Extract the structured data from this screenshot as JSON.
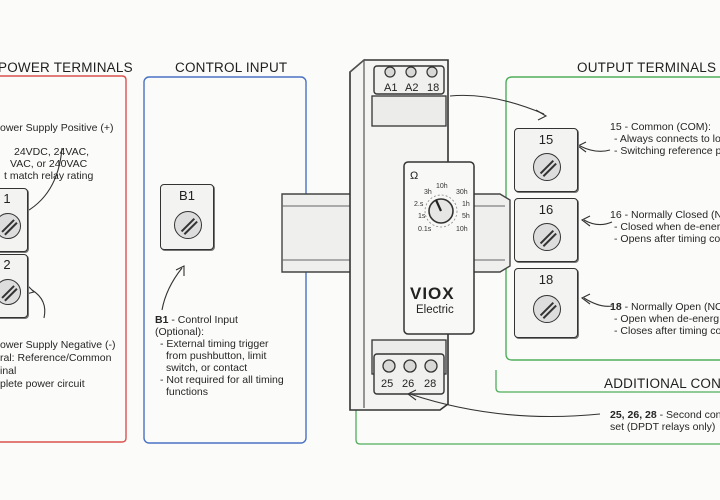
{
  "power_panel": {
    "title": "POWER TERMINALS",
    "a1_desc": "ower Supply Positive (+)",
    "voltages_1": "24VDC, 24VAC,",
    "voltages_2": "VAC, or 240VAC",
    "voltages_3": "t match relay rating",
    "term_top": "1",
    "term_bottom": "2",
    "a2_desc_1": "ower Supply Negative (-)",
    "a2_desc_2": "ral: Reference/Common",
    "a2_desc_3": "inal",
    "a2_desc_4": "plete power circuit"
  },
  "control_panel": {
    "title": "CONTROL INPUT",
    "terminal": "B1",
    "heading_bold": "B1",
    "heading_rest": " - Control Input",
    "line_2": "(Optional):",
    "bullet_1a": "- External timing trigger",
    "bullet_1b": "from pushbutton, limit",
    "bullet_1c": "switch, or contact",
    "bullet_2a": "- Not required for all timing",
    "bullet_2b": "functions"
  },
  "relay": {
    "top_terminals": [
      "A1",
      "A2",
      "18"
    ],
    "bottom_terminals": [
      "25",
      "26",
      "28"
    ],
    "dial_marks": [
      "10h",
      "3h",
      "30h",
      "2.s",
      "1h",
      "1s",
      "5h",
      "0.1s",
      "10h"
    ],
    "brand": "VIOX",
    "brand_sub": "Electric"
  },
  "output_panel": {
    "title": "OUTPUT TERMINALS",
    "terminals": [
      "15",
      "16",
      "18"
    ],
    "t15_title": "15 - Common (COM):",
    "t15_l1": "- Always connects to lo",
    "t15_l2": "- Switching reference p",
    "t16_title": "16 - Normally Closed (N",
    "t16_l1": "- Closed when de-energ",
    "t16_l2": "- Opens after timing co",
    "t18_title_bold": "18",
    "t18_title_rest": " - Normally Open (NO",
    "t18_l1": "- Open when de-energ",
    "t18_l2": "- Closes after timing co"
  },
  "additional_panel": {
    "title": "ADDITIONAL CONTA",
    "desc_bold": "25, 26, 28",
    "desc_rest": " - Second con",
    "desc_2": "set (DPDT relays only)"
  },
  "colors": {
    "power_border": "#d9534f",
    "control_border": "#4a72c4",
    "output_border": "#4fae5a"
  }
}
